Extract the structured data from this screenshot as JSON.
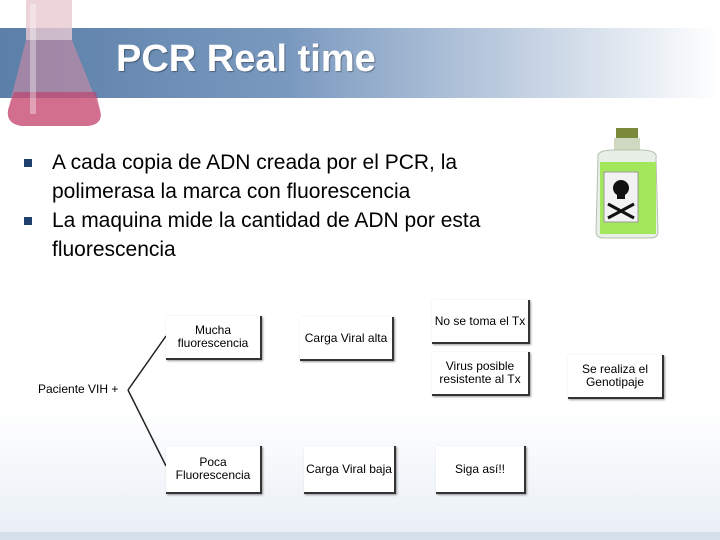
{
  "slide": {
    "title": "PCR Real time",
    "bullets": [
      "A cada copia de ADN creada por el PCR, la polimerasa la marca con fluorescencia",
      "La maquina mide la cantidad de ADN por esta fluorescencia"
    ]
  },
  "diagram": {
    "root": "Paciente VIH +",
    "high_fluor": "Mucha fluorescencia",
    "low_fluor": "Poca Fluorescencia",
    "high_load": "Carga Viral alta",
    "low_load": "Carga Viral baja",
    "not_taking": "No se toma el Tx",
    "resistant": "Virus posible resistente al Tx",
    "continue": "Siga así!!",
    "genotype": "Se realiza el Genotipaje"
  },
  "colors": {
    "title_band": "#5b7fa8",
    "bullet": "#1f3f6e",
    "bottle_liquid": "#9be64a"
  }
}
